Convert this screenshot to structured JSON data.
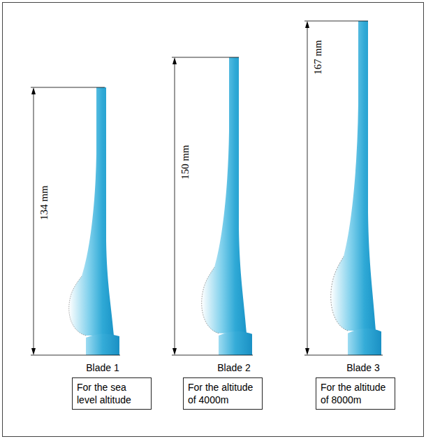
{
  "diagram": {
    "nodes": [
      {
        "text": [
          "For the sea level altitude"
        ]
      },
      {
        "text": [
          "For the altitude of 4000m"
        ]
      },
      {
        "text": [
          "For the altitude of 8000m"
        ]
      }
    ],
    "labels": [
      "134 mm",
      "150 mm",
      "167 mm",
      "Blade 1",
      "Blade 2",
      "Blade 3"
    ]
  }
}
